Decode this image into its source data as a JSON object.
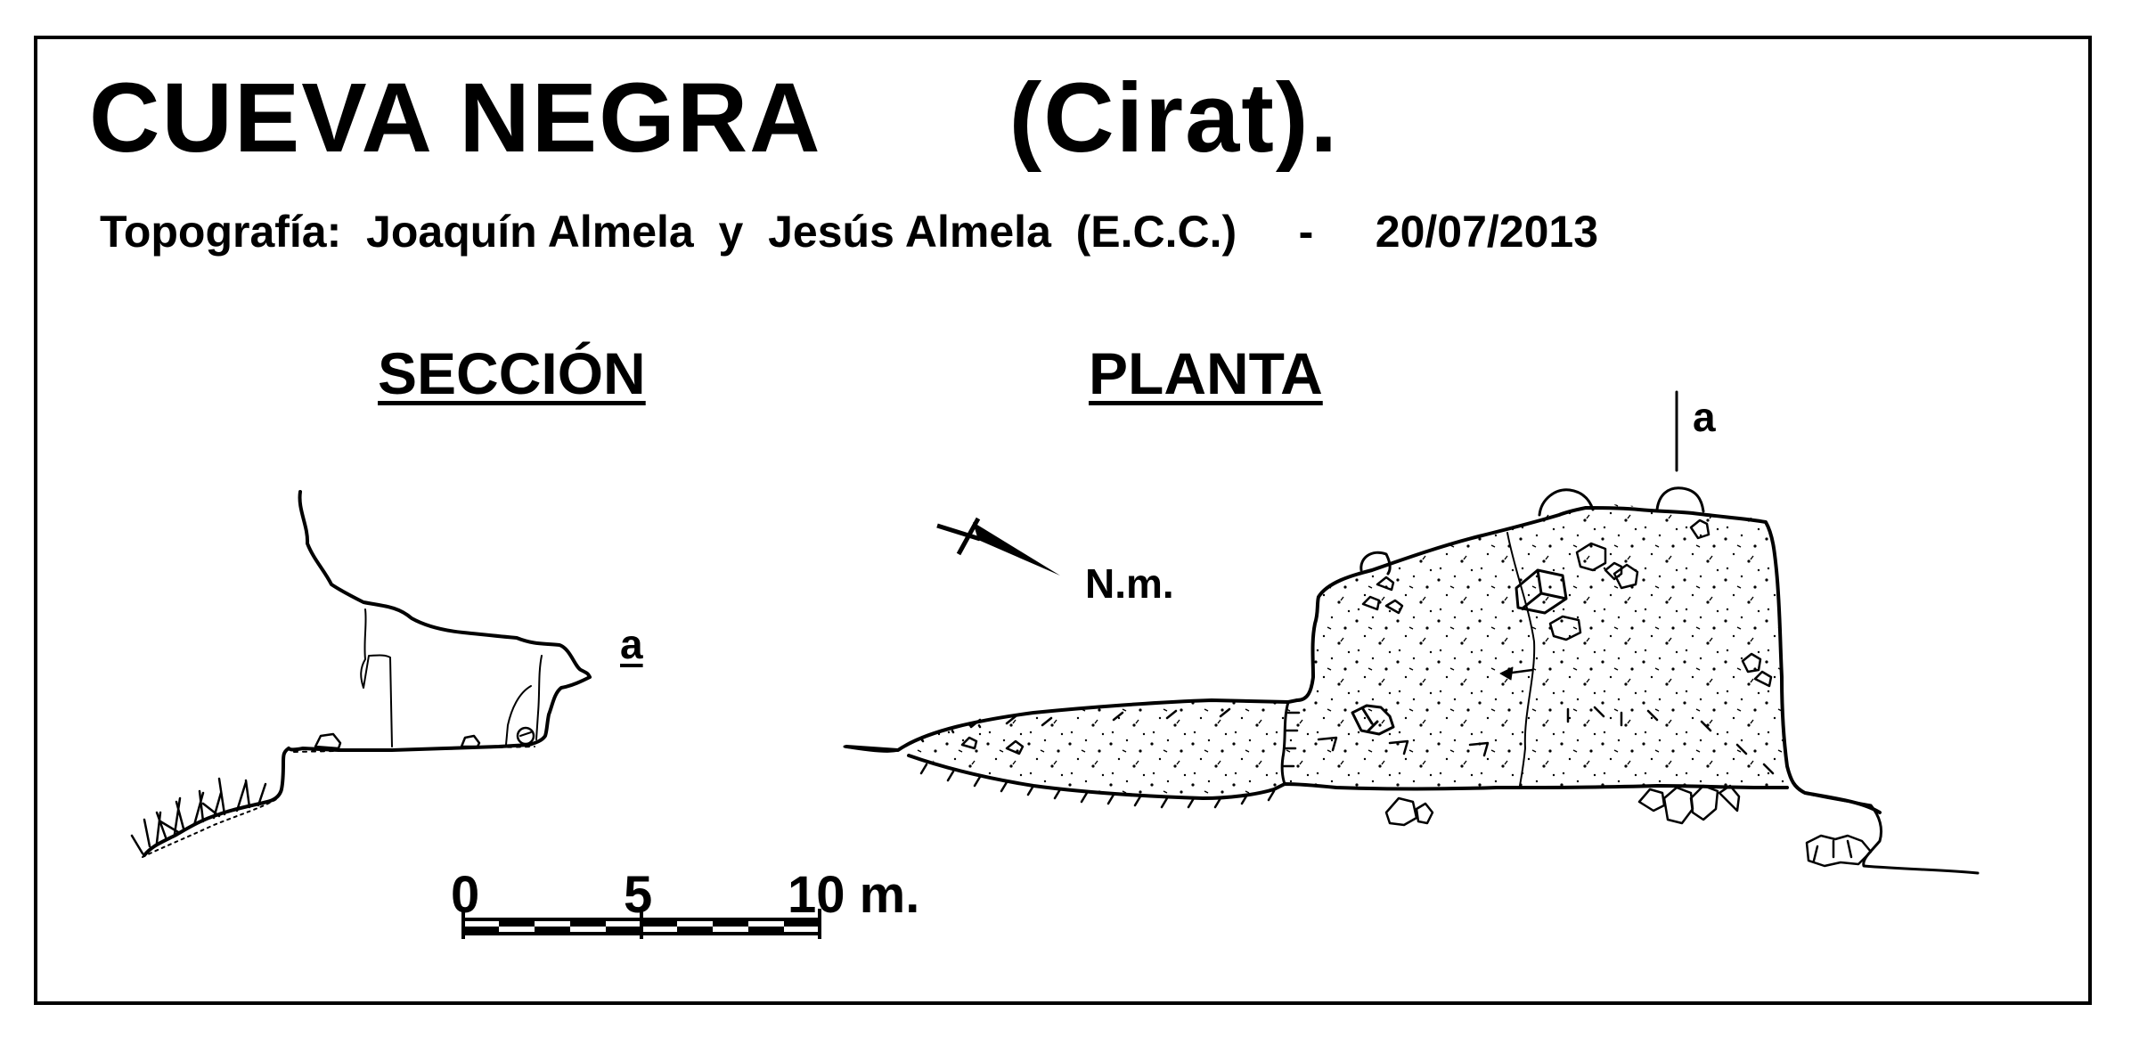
{
  "title": {
    "main": "CUEVA  NEGRA",
    "sub": "(Cirat)."
  },
  "credits": "Topografía:  Joaquín Almela  y  Jesús Almela  (E.C.C.)     -     20/07/2013",
  "sections": {
    "seccion": "SECCIÓN",
    "planta": "PLANTA"
  },
  "labels": {
    "section_point_seccion": "a",
    "section_point_planta": "a",
    "north": "N.m."
  },
  "scale_bar": {
    "ticks": [
      "0",
      "5",
      "10 m."
    ]
  }
}
